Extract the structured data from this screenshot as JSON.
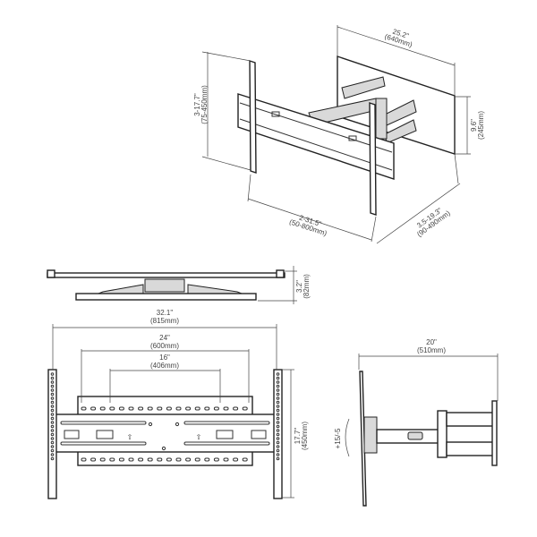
{
  "title": "Full-motion TV wall mount dimension drawing",
  "iso_view": {
    "vesa_height": {
      "in": "3-17.7\"",
      "mm": "(75-450mm)"
    },
    "wall_plate_width": {
      "in": "25.2\"",
      "mm": "(640mm)"
    },
    "wall_plate_height": {
      "in": "9.6\"",
      "mm": "(245mm)"
    },
    "vesa_width": {
      "in": "2-31.5\"",
      "mm": "(50-800mm)"
    },
    "extension": {
      "in": "3.5-19.3\"",
      "mm": "(90-490mm)"
    }
  },
  "top_view": {
    "depth": {
      "in": "3.2\"",
      "mm": "(82mm)"
    }
  },
  "front_view": {
    "overall_width": {
      "in": "32.1\"",
      "mm": "(815mm)"
    },
    "hole_span_outer": {
      "in": "24\"",
      "mm": "(600mm)"
    },
    "hole_span_inner": {
      "in": "16\"",
      "mm": "(406mm)"
    },
    "rail_height": {
      "in": "17.7\"",
      "mm": "(450mm)"
    }
  },
  "side_view": {
    "max_extension": {
      "in": "20\"",
      "mm": "(510mm)"
    },
    "tilt": "+15/-5"
  }
}
